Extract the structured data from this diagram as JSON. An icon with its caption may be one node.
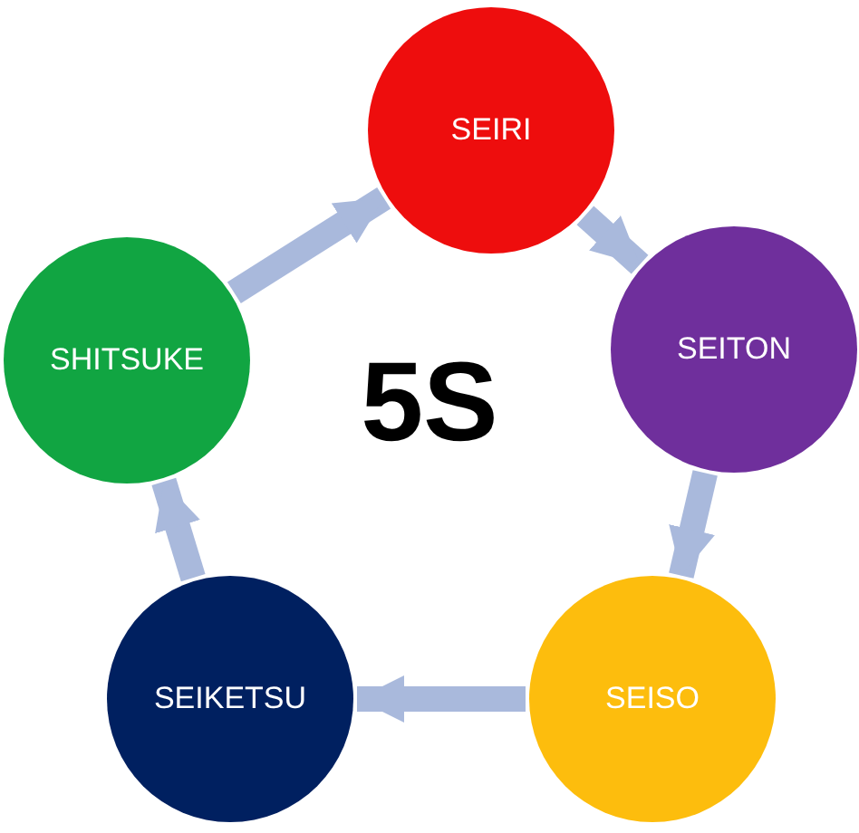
{
  "diagram": {
    "title": "5S",
    "nodes": [
      {
        "text": [
          "SEIRI"
        ]
      },
      {
        "text": [
          "SEITON"
        ]
      },
      {
        "text": [
          "SEISO"
        ]
      },
      {
        "text": [
          "SEIKETSU"
        ]
      },
      {
        "text": [
          "SHITSUKE"
        ]
      }
    ],
    "edges": [
      {
        "from": 0,
        "to": 1,
        "arrow": "to"
      },
      {
        "from": 1,
        "to": 2,
        "arrow": "to"
      },
      {
        "from": 2,
        "to": 3,
        "arrow": "to"
      },
      {
        "from": 3,
        "to": 4,
        "arrow": "to"
      },
      {
        "from": 4,
        "to": 0,
        "arrow": "to"
      }
    ]
  }
}
